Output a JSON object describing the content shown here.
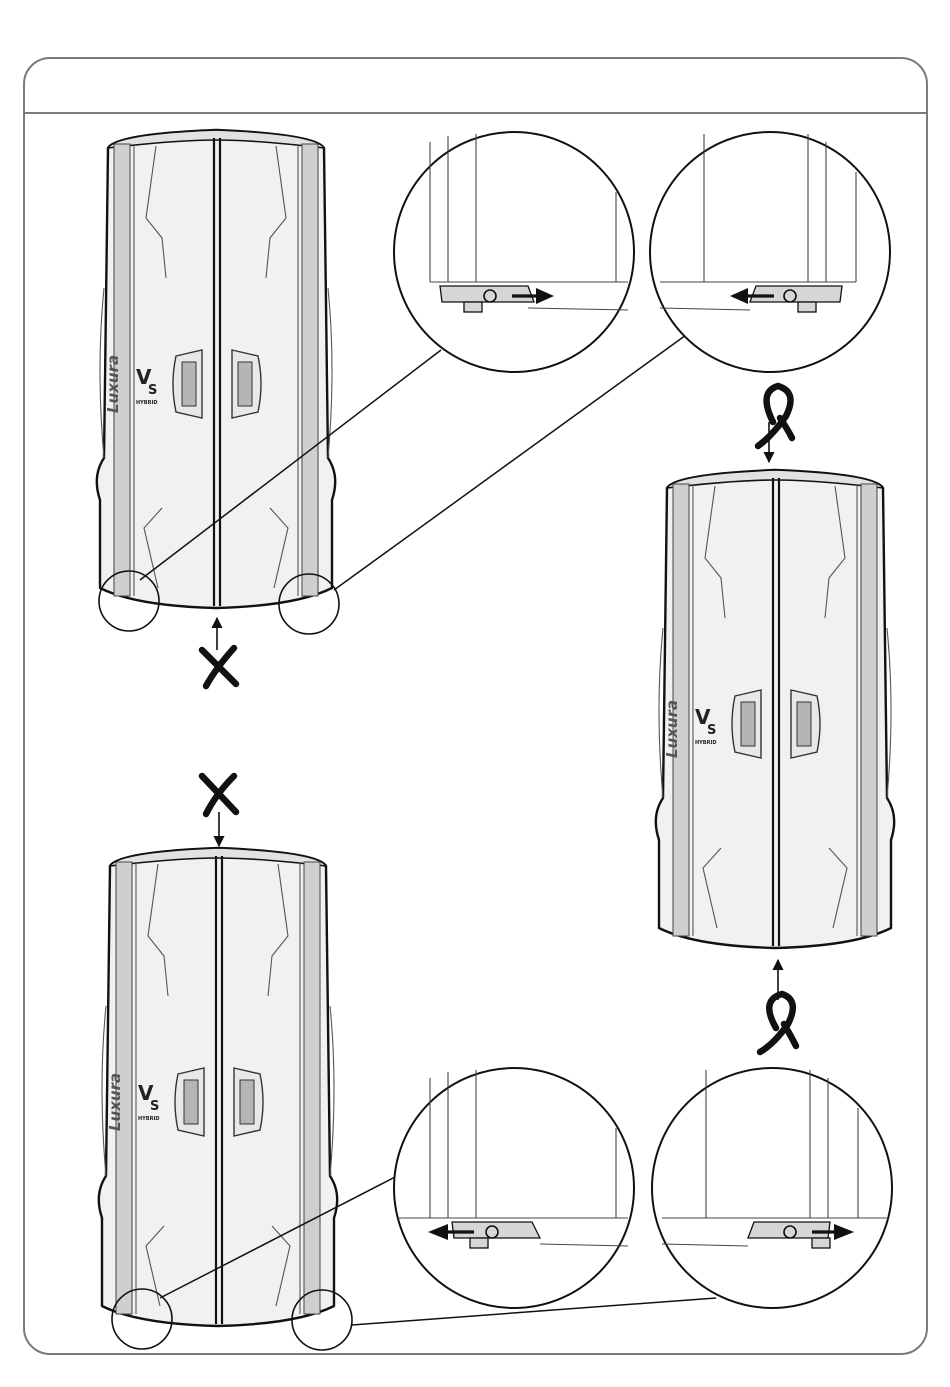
{
  "page": {
    "background": "#ffffff",
    "frame_color": "#7a7a7a"
  },
  "booths": [
    {
      "name": "booth-top-left",
      "brand": "Luxura",
      "model_letter": "V",
      "model_sub": "S",
      "model_small": "HYBRID",
      "front_seam_mark": "X"
    },
    {
      "name": "booth-right",
      "brand": "Luxura",
      "model_letter": "V",
      "model_sub": "S",
      "model_small": "HYBRID",
      "mark_symbol": "check-mark"
    },
    {
      "name": "booth-bottom-left",
      "brand": "Luxura",
      "model_letter": "V",
      "model_sub": "S",
      "model_small": "HYBRID",
      "front_seam_mark": "X"
    }
  ],
  "marks": {
    "wrong": "X",
    "correct": "check-loop-icon"
  },
  "details": [
    {
      "name": "detail-top-left-foot",
      "arrow": "right"
    },
    {
      "name": "detail-top-right-foot",
      "arrow": "left"
    },
    {
      "name": "detail-bottom-left-foot",
      "arrow": "left"
    },
    {
      "name": "detail-bottom-right-foot",
      "arrow": "right"
    }
  ]
}
